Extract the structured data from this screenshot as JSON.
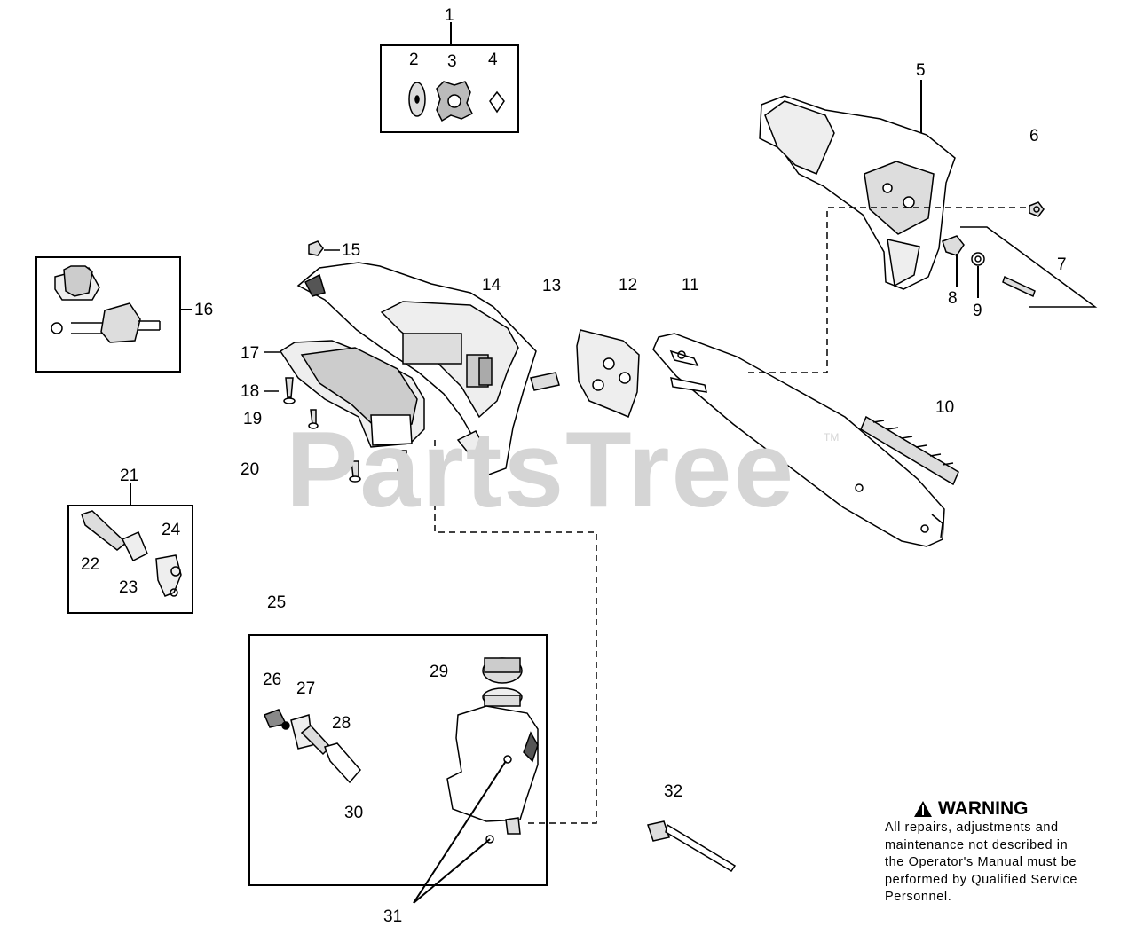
{
  "callouts": {
    "c1": "1",
    "c2": "2",
    "c3": "3",
    "c4": "4",
    "c5": "5",
    "c6": "6",
    "c7": "7",
    "c8": "8",
    "c9": "9",
    "c10": "10",
    "c11": "11",
    "c12": "12",
    "c13": "13",
    "c14": "14",
    "c15": "15",
    "c16": "16",
    "c17": "17",
    "c18": "18",
    "c19": "19",
    "c20": "20",
    "c21": "21",
    "c22": "22",
    "c23": "23",
    "c24": "24",
    "c25": "25",
    "c26": "26",
    "c27": "27",
    "c28": "28",
    "c29": "29",
    "c30": "30",
    "c31": "31",
    "c32": "32"
  },
  "watermark": {
    "text": "PartsTree",
    "tm": "TM"
  },
  "warning": {
    "title": "WARNING",
    "lines": [
      "All repairs, adjustments and",
      "maintenance not described in",
      "the Operator's Manual must be",
      "performed by Qualified Service",
      "Personnel."
    ]
  },
  "colors": {
    "ink": "#000000",
    "watermark": "#d5d5d5",
    "background": "#ffffff"
  }
}
